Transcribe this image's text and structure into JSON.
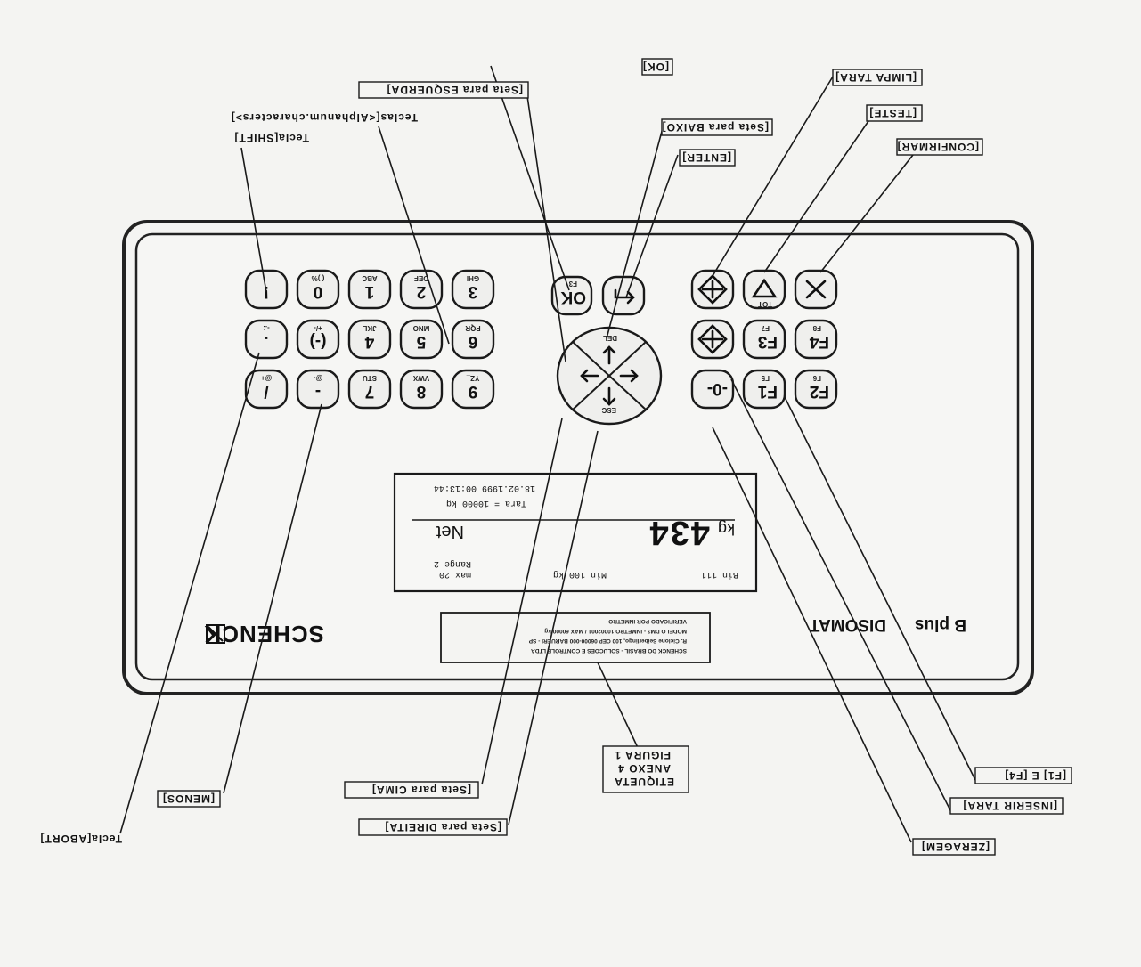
{
  "callouts": {
    "abort": "Tecla[ABORT]",
    "menos": "[MENOS]",
    "cima": "[Seta para CIMA]",
    "direita": "[Seta para DIREITA]",
    "etiqueta_line1": "ETIQUETA",
    "etiqueta_line2": "ANEXO 4",
    "etiqueta_line3": "FIGURA 1",
    "zeragem": "[ZERAGEM]",
    "inserir_tara": "[INSERIR TARA]",
    "f1_f4": "[F1] E [F4]",
    "shift": "Tecla[SHIFT]",
    "alphanum": "Teclas[<Alphanum.characters>]",
    "esquerda": "[Seta para ESQUERDA]",
    "ok": "[OK]",
    "baixo": "[Seta para BAIXO]",
    "enter": "[ENTER]",
    "limpa_tara": "[LIMPA TARA]",
    "teste": "[TESTE]",
    "confirmar": "[CONFIRMAR]"
  },
  "keypad": {
    "row1": [
      {
        "main": "!",
        "sub": ""
      },
      {
        "main": "0",
        "sub": "( )%"
      },
      {
        "main": "1",
        "sub": "ABC"
      },
      {
        "main": "2",
        "sub": "DEF"
      },
      {
        "main": "3",
        "sub": "GHI"
      }
    ],
    "row2": [
      {
        "main": ".",
        "sub": "-.:"
      },
      {
        "main": "(-)",
        "sub": "+/-"
      },
      {
        "main": "4",
        "sub": "JKL"
      },
      {
        "main": "5",
        "sub": "MNO"
      },
      {
        "main": "6",
        "sub": "PQR"
      }
    ],
    "row3": [
      {
        "main": "/",
        "sub": "@+"
      },
      {
        "main": "-",
        "sub": "@-"
      },
      {
        "main": "7",
        "sub": "STU"
      },
      {
        "main": "8",
        "sub": "VWX"
      },
      {
        "main": "9",
        "sub": "YZ_"
      }
    ],
    "ok_key": {
      "main": "OK",
      "sub": "F3"
    },
    "function_keys": {
      "f3": {
        "main": "F3",
        "sub": "F7"
      },
      "f4": {
        "main": "F4",
        "sub": "F8"
      },
      "f1": {
        "main": "F1",
        "sub": "F5"
      },
      "f2": {
        "main": "F2",
        "sub": "F6"
      },
      "teste_sub": "TOT",
      "zero_main": "-0-"
    },
    "arrow_subs": {
      "up": "ESC",
      "down": "DEL"
    }
  },
  "display": {
    "datetime": "18.02.1999   00:13:44",
    "tare": "Tara = 10000 kg",
    "mode": "Net",
    "value": "434",
    "unit": "kg",
    "footer_left_1": "Range 2",
    "footer_left_2": "max 20",
    "footer_mid": "Min 100 kg",
    "footer_right": "Bin 111"
  },
  "brand": {
    "logo": "SCHENCK",
    "model_prefix": "DISOMAT",
    "model_suffix": "B plus"
  },
  "plate": {
    "lines": [
      "SCHENCK DO BRASIL - SOLUCOES E CONTROLE LTDA",
      "R. Ciclone Seiberlingo, 100 CEP 06000-000 BARUERI - SP",
      "MODELO DM3 - INMETRO 10002001 / MAX 60000 kg",
      "VERIFICADO POR INMETRO"
    ]
  }
}
